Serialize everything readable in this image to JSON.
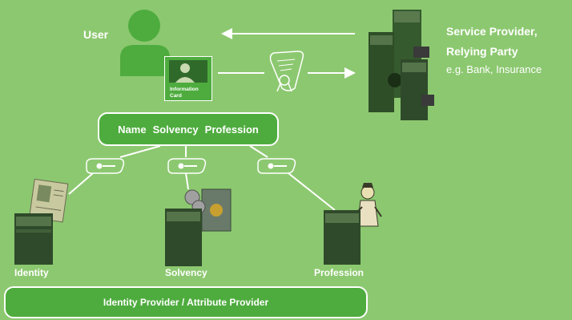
{
  "user": {
    "label": "User"
  },
  "information_card": {
    "line1": "Information",
    "line2": "Card"
  },
  "service_provider": {
    "line1": "Service Provider,",
    "line2": "Relying Party",
    "line3": "e.g. Bank, Insurance"
  },
  "claims_box": {
    "items": [
      "Name",
      "Solvency",
      "Profession"
    ]
  },
  "providers": [
    {
      "label": "Identity"
    },
    {
      "label": "Solvency"
    },
    {
      "label": "Profession"
    }
  ],
  "provider_bar": {
    "label": "Identity Provider / Attribute Provider"
  },
  "colors": {
    "background": "#8cc870",
    "accent_green": "#4eac3e",
    "white": "#ffffff",
    "server_dark": "#2f4a2a"
  },
  "icons": [
    "user-icon",
    "server-icon",
    "certificate-icon",
    "key-token-icon",
    "id-card-icon",
    "coins-safe-icon",
    "person-figure-icon"
  ]
}
